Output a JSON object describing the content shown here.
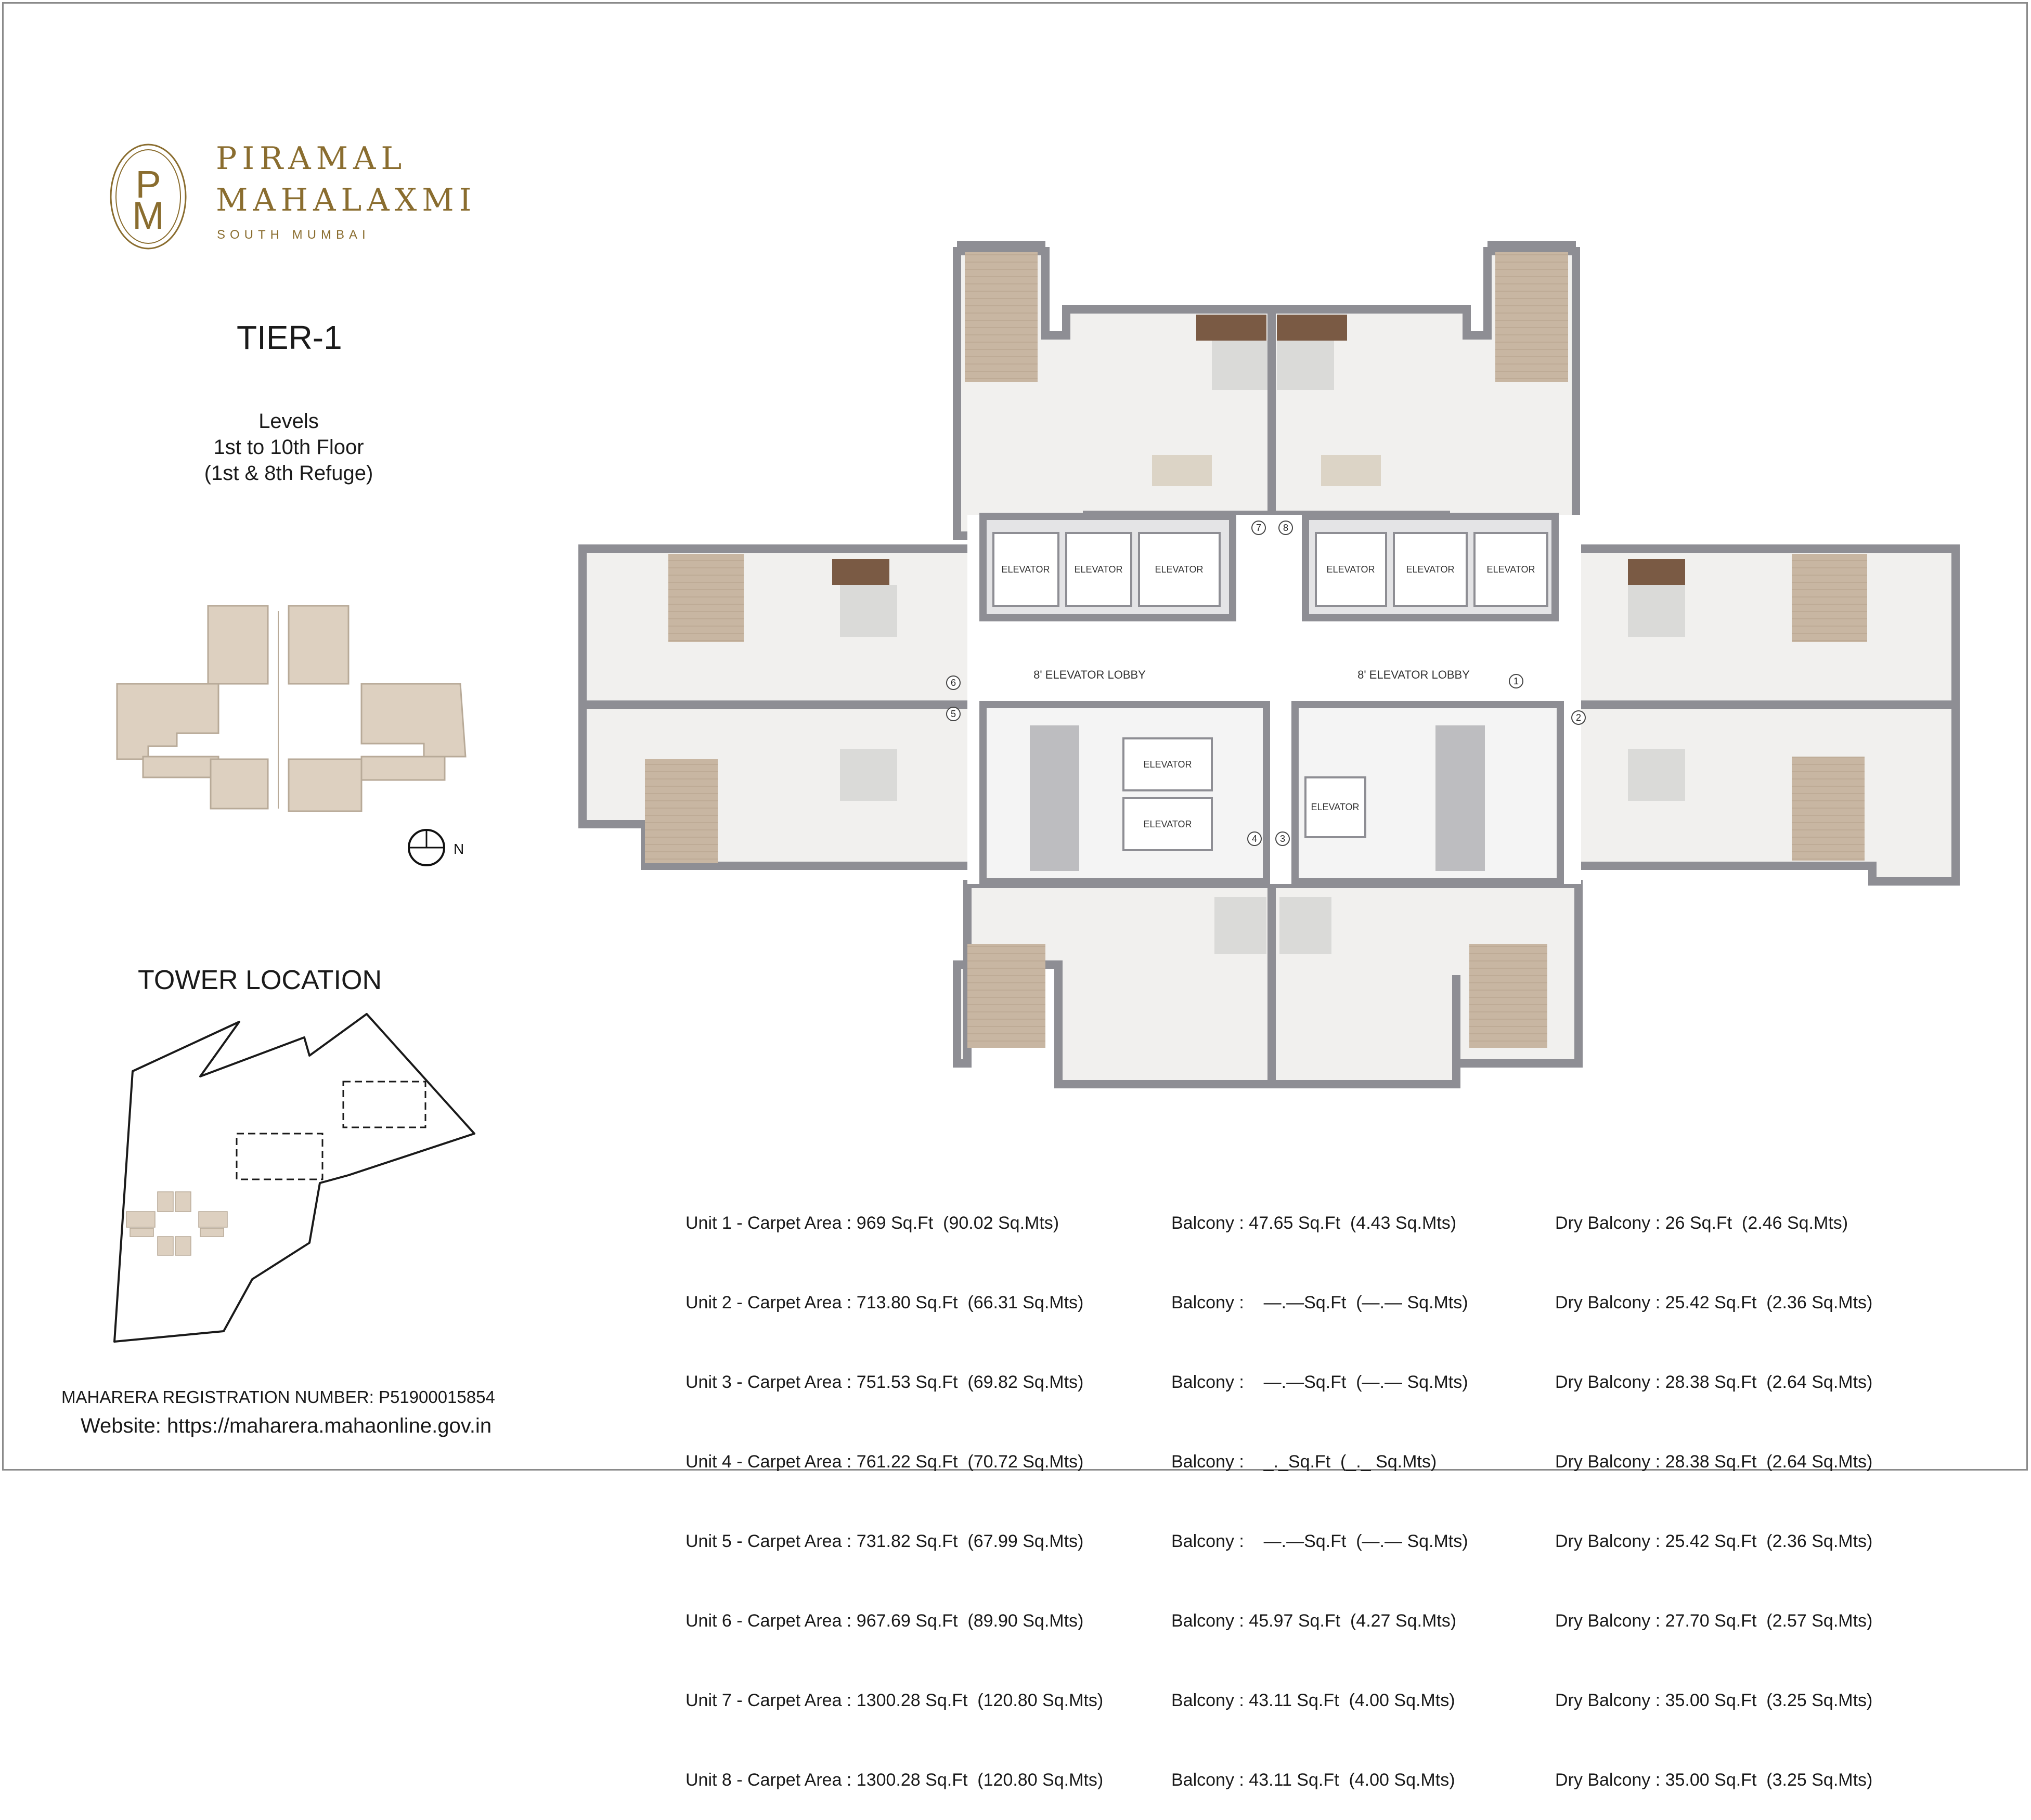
{
  "brand": {
    "monogram": "PM",
    "name_line1": "PIRAMAL",
    "name_line2": "MAHALAXMI",
    "tagline": "SOUTH MUMBAI",
    "color": "#8a6d2f"
  },
  "tier": "TIER-1",
  "levels": {
    "line1": "Levels",
    "line2": "1st to 10th Floor",
    "line3": "(1st & 8th Refuge)"
  },
  "compass_label": "N",
  "tower_location_title": "TOWER LOCATION",
  "registration": "MAHARERA REGISTRATION NUMBER: P51900015854",
  "website": "Website: https://maharera.mahaonline.gov.in",
  "plan_labels": {
    "elevator": "ELEVATOR",
    "lobby": "8' ELEVATOR LOBBY",
    "unit_numbers": [
      "1",
      "2",
      "3",
      "4",
      "5",
      "6",
      "7",
      "8"
    ]
  },
  "units": [
    {
      "unit": "Unit 1 - Carpet Area : 969 Sq.Ft  (90.02 Sq.Mts)",
      "balcony": "Balcony : 47.65 Sq.Ft  (4.43 Sq.Mts)",
      "dry": "Dry Balcony : 26 Sq.Ft  (2.46 Sq.Mts)"
    },
    {
      "unit": "Unit 2 - Carpet Area : 713.80 Sq.Ft  (66.31 Sq.Mts)",
      "balcony": "Balcony :    —.—Sq.Ft  (—.— Sq.Mts)",
      "dry": "Dry Balcony : 25.42 Sq.Ft  (2.36 Sq.Mts)"
    },
    {
      "unit": "Unit 3 - Carpet Area : 751.53 Sq.Ft  (69.82 Sq.Mts)",
      "balcony": "Balcony :    —.—Sq.Ft  (—.— Sq.Mts)",
      "dry": "Dry Balcony : 28.38 Sq.Ft  (2.64 Sq.Mts)"
    },
    {
      "unit": "Unit 4 - Carpet Area : 761.22 Sq.Ft  (70.72 Sq.Mts)",
      "balcony": "Balcony :    _._Sq.Ft  (_._ Sq.Mts)",
      "dry": "Dry Balcony : 28.38 Sq.Ft  (2.64 Sq.Mts)"
    },
    {
      "unit": "Unit 5 - Carpet Area : 731.82 Sq.Ft  (67.99 Sq.Mts)",
      "balcony": "Balcony :    —.—Sq.Ft  (—.— Sq.Mts)",
      "dry": "Dry Balcony : 25.42 Sq.Ft  (2.36 Sq.Mts)"
    },
    {
      "unit": "Unit 6 - Carpet Area : 967.69 Sq.Ft  (89.90 Sq.Mts)",
      "balcony": "Balcony : 45.97 Sq.Ft  (4.27 Sq.Mts)",
      "dry": "Dry Balcony : 27.70 Sq.Ft  (2.57 Sq.Mts)"
    },
    {
      "unit": "Unit 7 - Carpet Area : 1300.28 Sq.Ft  (120.80 Sq.Mts)",
      "balcony": "Balcony : 43.11 Sq.Ft  (4.00 Sq.Mts)",
      "dry": "Dry Balcony : 35.00 Sq.Ft  (3.25 Sq.Mts)"
    },
    {
      "unit": "Unit 8 - Carpet Area : 1300.28 Sq.Ft  (120.80 Sq.Mts)",
      "balcony": "Balcony : 43.11 Sq.Ft  (4.00 Sq.Mts)",
      "dry": "Dry Balcony : 35.00 Sq.Ft  (3.25 Sq.Mts)"
    }
  ],
  "colors": {
    "wall": "#8e8e94",
    "floor": "#f1f0ee",
    "wood": "#c8b6a2",
    "balcony": "#7a5a44",
    "key_plan": "#ddd0c0"
  }
}
